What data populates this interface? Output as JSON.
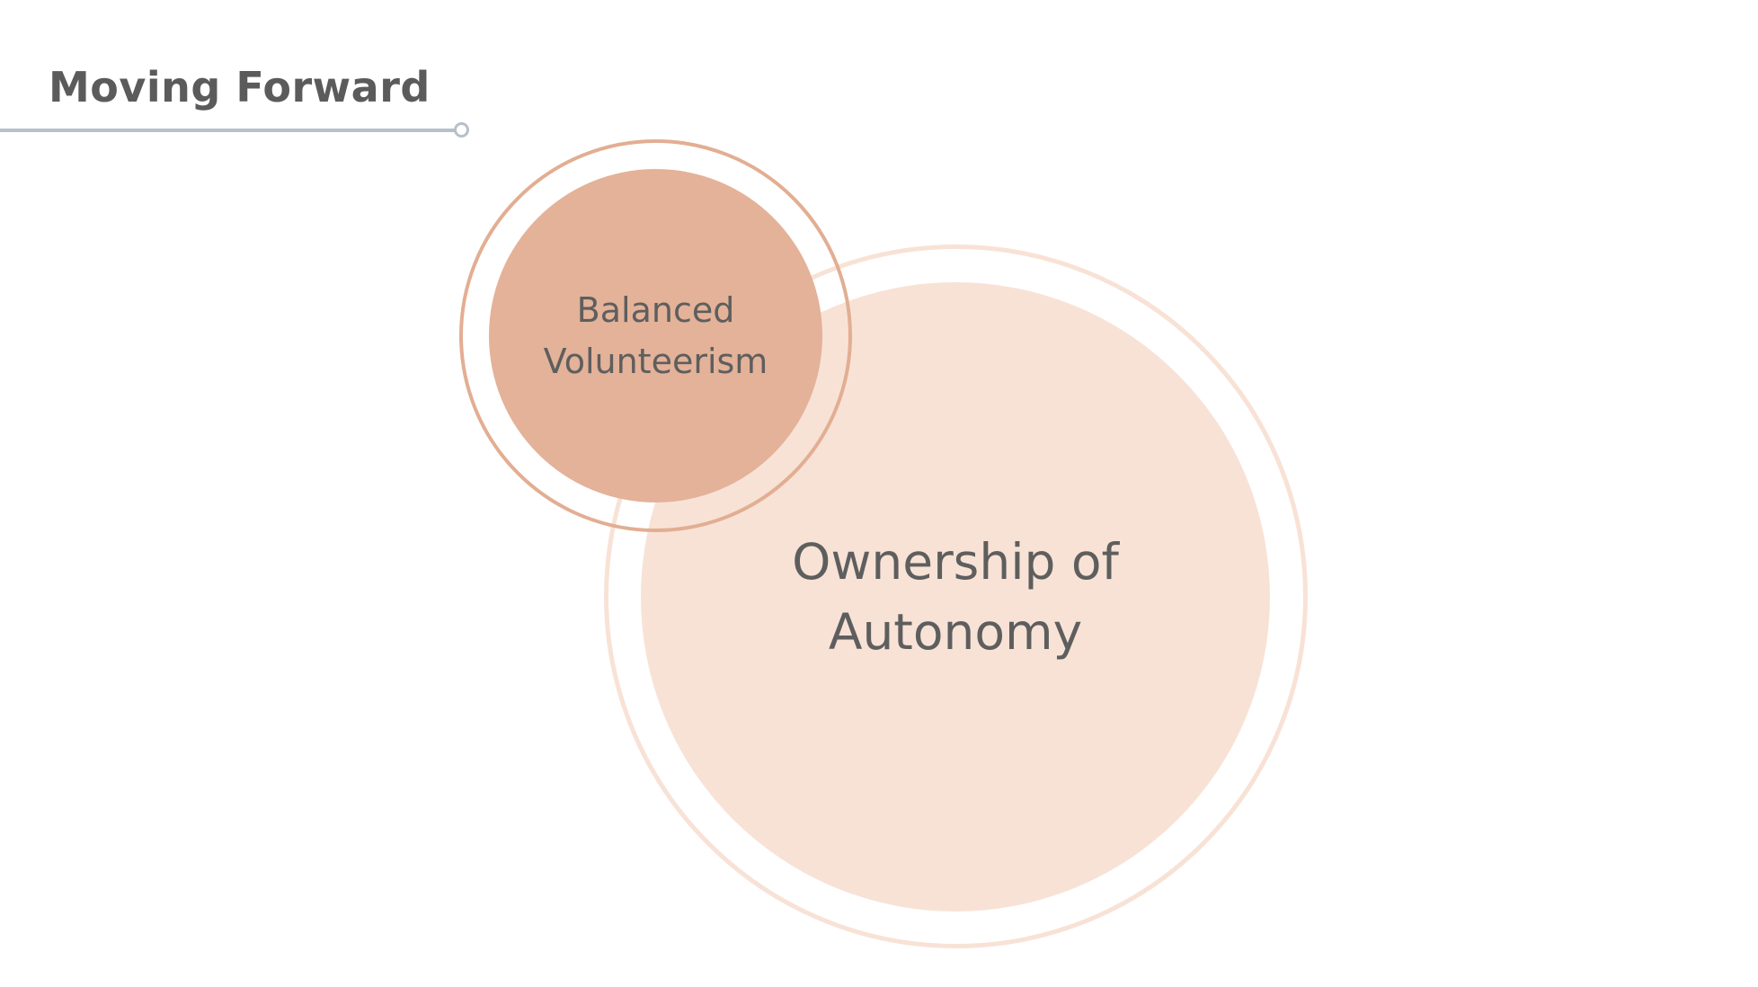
{
  "slide": {
    "title": "Moving Forward"
  },
  "diagram": {
    "circles": [
      {
        "line1": "Ownership of",
        "line2": "Autonomy",
        "fill_color": "#f8e2d6",
        "ring_color": "#f8e2d6"
      },
      {
        "line1": "Balanced",
        "line2": "Volunteerism",
        "fill_color": "#e3b298",
        "ring_color": "#e2ae92"
      }
    ]
  },
  "colors": {
    "text": "#5e5e5e",
    "rule": "#b7c0c8",
    "background": "#ffffff"
  }
}
